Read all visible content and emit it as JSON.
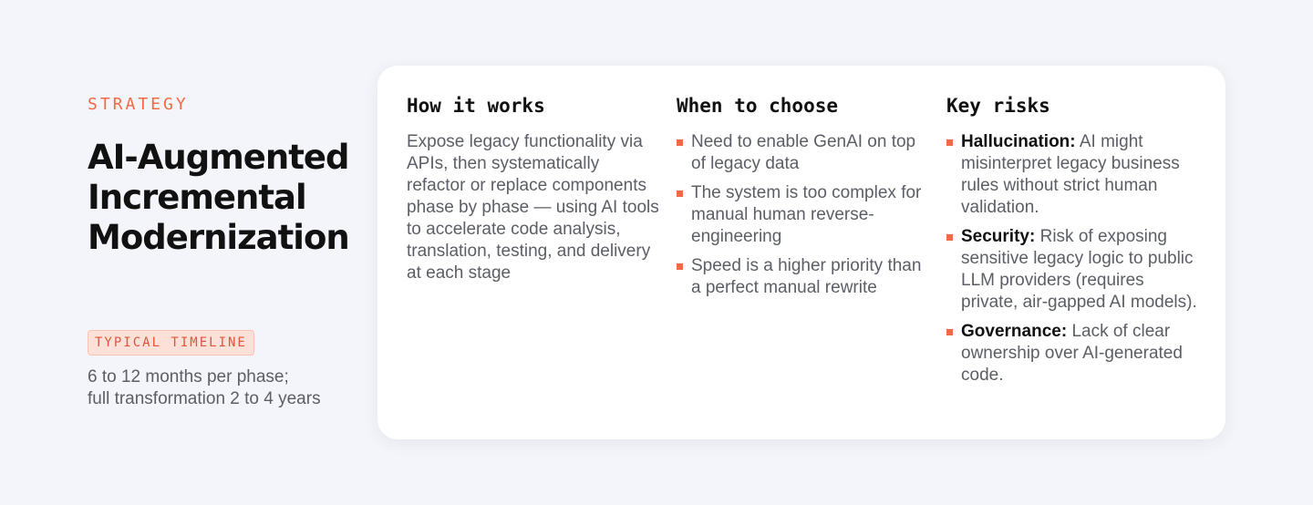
{
  "left": {
    "eyebrow": "STRATEGY",
    "title": "AI-Augmented Incremental Modernization",
    "timeline_badge": "TYPICAL TIMELINE",
    "timeline_line1": "6 to 12 months per phase;",
    "timeline_line2": "full transformation 2 to 4 years"
  },
  "columns": {
    "how": {
      "heading": "How it works",
      "body": "Expose legacy functionality via APIs, then systematically refactor or replace components phase by phase — using AI tools to accelerate code analysis, translation, testing, and delivery at each stage"
    },
    "when": {
      "heading": "When to choose",
      "items": [
        "Need to enable GenAI on top of legacy data",
        "The system is too complex for manual human reverse-engineering",
        "Speed is a higher priority than a perfect manual rewrite"
      ]
    },
    "risks": {
      "heading": "Key risks",
      "items": [
        {
          "label": "Hallucination:",
          "text": "AI might misinterpret legacy business rules without strict human validation."
        },
        {
          "label": "Security:",
          "text": "Risk of exposing sensitive legacy logic to public LLM providers (requires private, air-gapped AI models)."
        },
        {
          "label": "Governance:",
          "text": "Lack of clear ownership over AI-generated code."
        }
      ]
    }
  },
  "colors": {
    "accent": "#f26a45",
    "background": "#f4f5fa",
    "card": "#ffffff",
    "muted_text": "#5b5e66",
    "strong_text": "#111111"
  },
  "icons": {
    "bullet": "square-bullet-icon"
  }
}
